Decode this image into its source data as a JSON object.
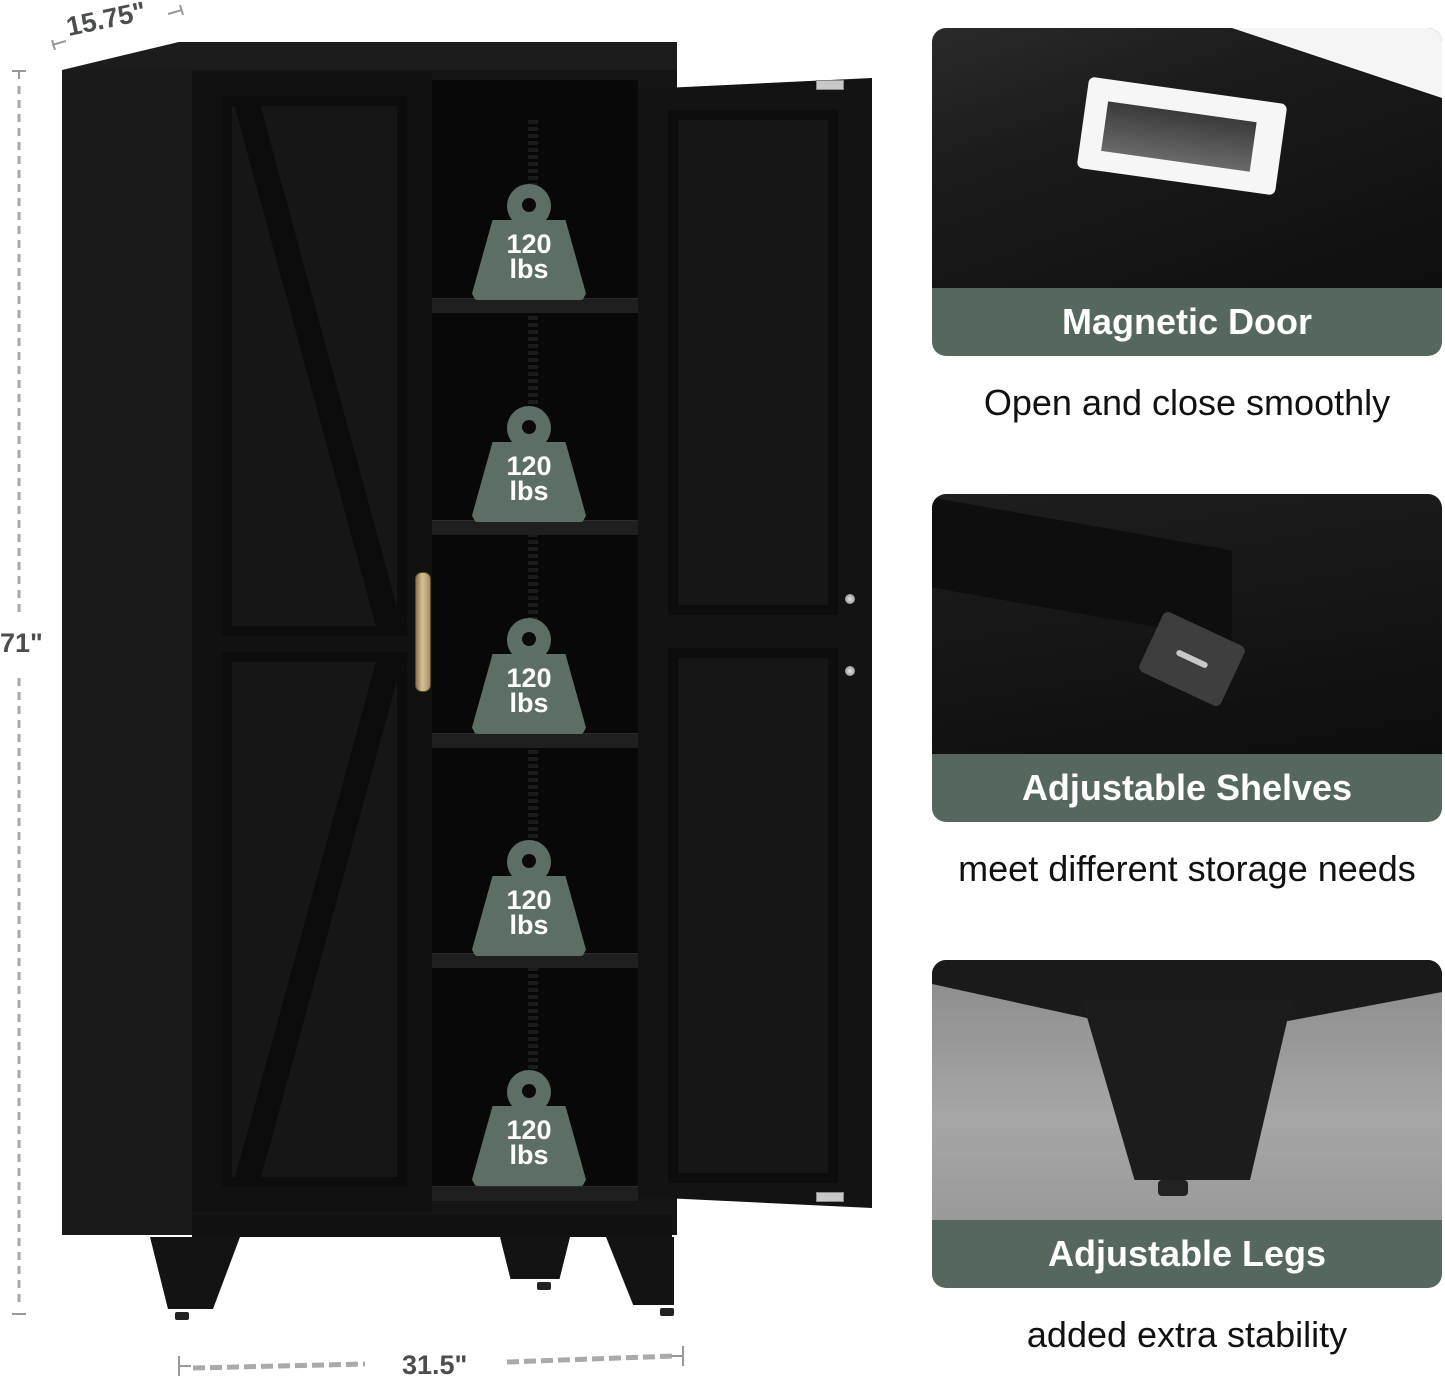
{
  "dimensions": {
    "depth": "15.75\"",
    "height": "71\"",
    "width": "31.5\""
  },
  "cabinet": {
    "shelf_capacity": [
      {
        "value": "120",
        "unit": "lbs"
      },
      {
        "value": "120",
        "unit": "lbs"
      },
      {
        "value": "120",
        "unit": "lbs"
      },
      {
        "value": "120",
        "unit": "lbs"
      },
      {
        "value": "120",
        "unit": "lbs"
      }
    ],
    "colors": {
      "body": "#151515",
      "handle": "#c9b283",
      "weight_badge": "#5d6e64"
    }
  },
  "features": [
    {
      "title": "Magnetic Door",
      "caption": "Open and close smoothly"
    },
    {
      "title": "Adjustable Shelves",
      "caption": "meet different storage needs"
    },
    {
      "title": "Adjustable Legs",
      "caption": "added extra stability"
    }
  ],
  "theme": {
    "band_color": "#56685e",
    "dimension_text_color": "#4a4e4c"
  }
}
